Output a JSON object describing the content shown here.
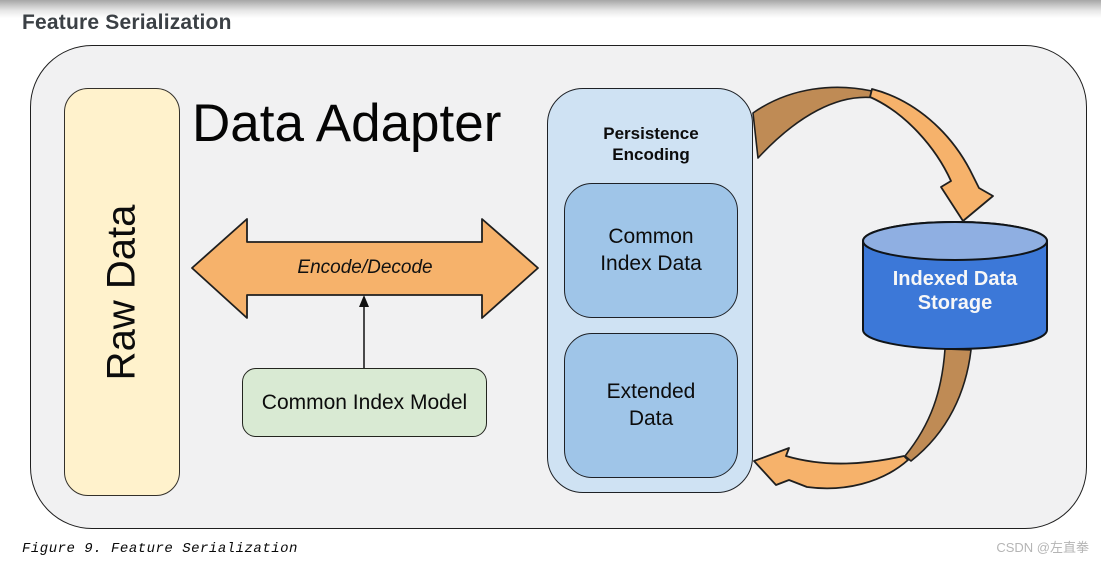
{
  "page": {
    "title": "Feature Serialization",
    "caption": "Figure 9. Feature Serialization",
    "watermark": "CSDN @左直拳"
  },
  "diagram": {
    "adapter_title": "Data Adapter",
    "raw_data_label": "Raw Data",
    "encode_decode_label": "Encode/Decode",
    "common_index_model_label": "Common Index Model",
    "persistence": {
      "title": "Persistence Encoding",
      "boxes": [
        "Common Index Data",
        "Extended Data"
      ]
    },
    "storage_label": "Indexed Data Storage"
  },
  "colors": {
    "outer_fill": "#f1f1f2",
    "arrow_light": "#f6b26b",
    "arrow_dark": "#bf8b55",
    "raw_fill": "#fff2cc",
    "green_fill": "#d9ead3",
    "pers_fill": "#cfe2f3",
    "inner_blue": "#9fc5e8",
    "cyl_body": "#3c78d8",
    "cyl_top": "#8fafe2",
    "title_color": "#3b4045",
    "watermark_color": "#b5b5b5"
  }
}
